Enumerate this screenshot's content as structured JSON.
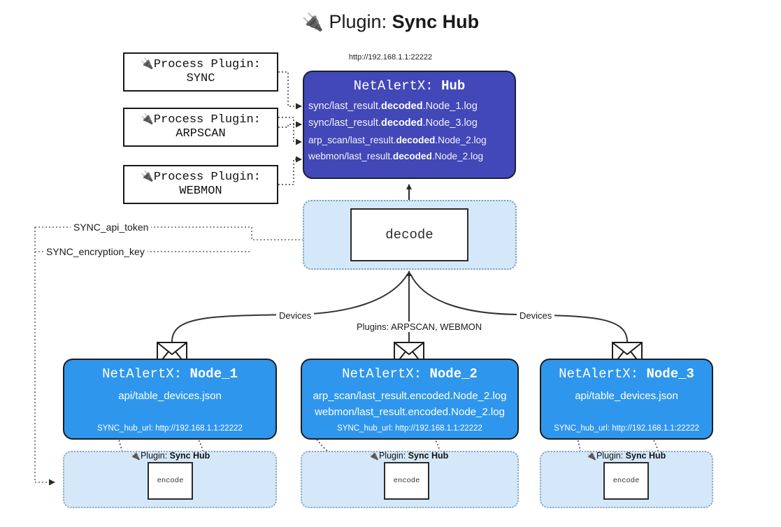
{
  "title": {
    "icon": "plug-icon",
    "lead": "Plugin:",
    "strong": "Sync Hub"
  },
  "hub_url_caption": "http://192.168.1.1:22222",
  "process_plugins": [
    {
      "icon": "plug-icon",
      "line1": "Process Plugin:",
      "line2": "SYNC"
    },
    {
      "icon": "plug-icon",
      "line1": "Process Plugin:",
      "line2": "ARPSCAN"
    },
    {
      "icon": "plug-icon",
      "line1": "Process Plugin:",
      "line2": "WEBMON"
    }
  ],
  "hub": {
    "title_prefix": "NetAlertX: ",
    "title_name": "Hub",
    "logs": [
      {
        "pre": "sync/last_result.",
        "bold": "decoded",
        "post": ".Node_1.log"
      },
      {
        "pre": "sync/last_result.",
        "bold": "decoded",
        "post": ".Node_3.log"
      },
      {
        "pre": "arp_scan/last_result.",
        "bold": "decoded",
        "post": ".Node_2.log"
      },
      {
        "pre": "webmon/last_result.",
        "bold": "decoded",
        "post": ".Node_2.log"
      }
    ]
  },
  "decode": {
    "label": "decode"
  },
  "credentials": [
    {
      "label": "SYNC_api_token"
    },
    {
      "label": "SYNC_encryption_key"
    }
  ],
  "edge_labels": {
    "devices_left": "Devices",
    "devices_right": "Devices",
    "plugins_center": "Plugins: ARPSCAN, WEBMON"
  },
  "nodes": [
    {
      "title_prefix": "NetAlertX: ",
      "title_name": "Node_1",
      "lines": [
        "api/table_devices.json"
      ],
      "url_label": "SYNC_hub_url: http://192.168.1.1:22222",
      "envelope_icon": "envelope-icon"
    },
    {
      "title_prefix": "NetAlertX: ",
      "title_name": "Node_2",
      "lines": [
        "arp_scan/last_result.encoded.Node_2.log",
        "webmon/last_result.encoded.Node_2.log"
      ],
      "url_label": "SYNC_hub_url: http://192.168.1.1:22222",
      "envelope_icon": "envelope-icon"
    },
    {
      "title_prefix": "NetAlertX: ",
      "title_name": "Node_3",
      "lines": [
        "api/table_devices.json"
      ],
      "url_label": "SYNC_hub_url: http://192.168.1.1:22222",
      "envelope_icon": "envelope-icon"
    }
  ],
  "plugin_bands": [
    {
      "icon": "plug-icon",
      "lead": "Plugin: ",
      "strong": "Sync Hub",
      "encode_label": "encode"
    },
    {
      "icon": "plug-icon",
      "lead": "Plugin: ",
      "strong": "Sync Hub",
      "encode_label": "encode"
    },
    {
      "icon": "plug-icon",
      "lead": "Plugin: ",
      "strong": "Sync Hub",
      "encode_label": "encode"
    }
  ],
  "colors": {
    "hub_fill": "#4248b8",
    "node_fill": "#2f96ee",
    "cluster_fill": "#d5e8f9",
    "box_stroke": "#1d1d1d",
    "page_bg": "#ffffff"
  }
}
